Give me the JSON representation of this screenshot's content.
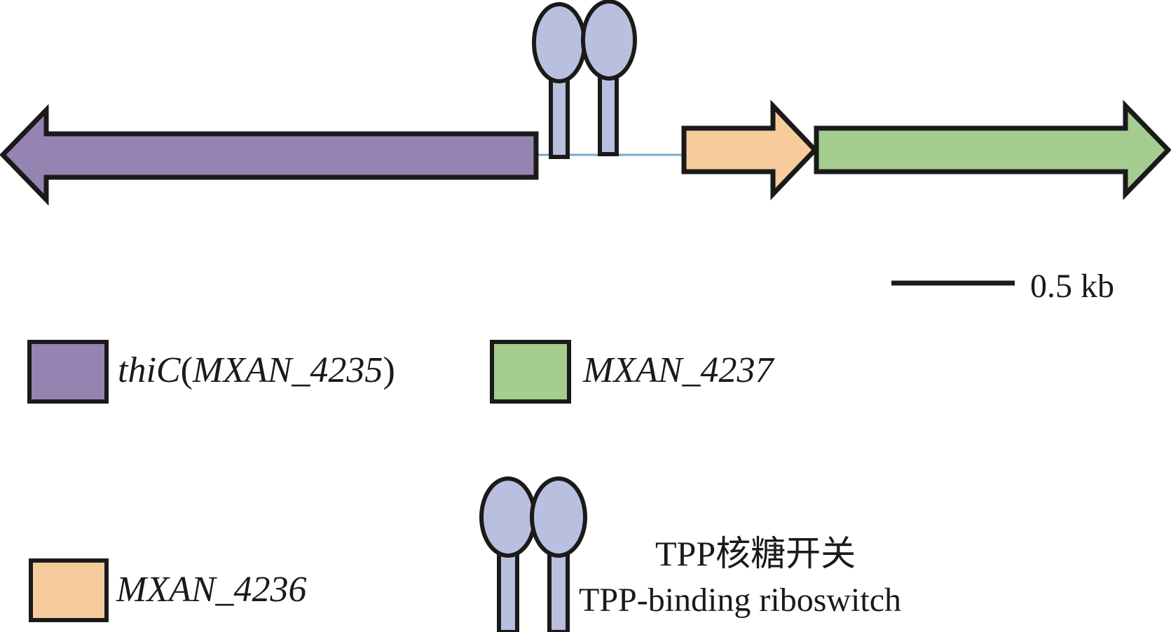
{
  "figure": {
    "type": "gene-cluster-map",
    "colors": {
      "thiC": "#9583b2",
      "MXAN_4236": "#f7cc9d",
      "MXAN_4237": "#a4cd8f",
      "riboswitch": "#b9bfde",
      "intergenic_line": "#7ba7c6",
      "outline": "#1a1a1a"
    },
    "genes": [
      {
        "id": "thiC",
        "label": "thiC(MXAN_4235)",
        "strand": "-"
      },
      {
        "id": "MXAN_4236",
        "label": "MXAN_4236",
        "strand": "+"
      },
      {
        "id": "MXAN_4237",
        "label": "MXAN_4237",
        "strand": "+"
      }
    ],
    "riboswitch_count": 2,
    "scale_bar": {
      "label": "0.5 kb"
    }
  },
  "legend": {
    "thiC": {
      "name_italic": "thiC",
      "open": "(",
      "locus": "MXAN_4235",
      "close": ")"
    },
    "MXAN_4237": {
      "label": "MXAN_4237"
    },
    "MXAN_4236": {
      "label": "MXAN_4236"
    },
    "riboswitch": {
      "label_zh": "TPP核糖开关",
      "label_en": "TPP-binding riboswitch"
    }
  }
}
